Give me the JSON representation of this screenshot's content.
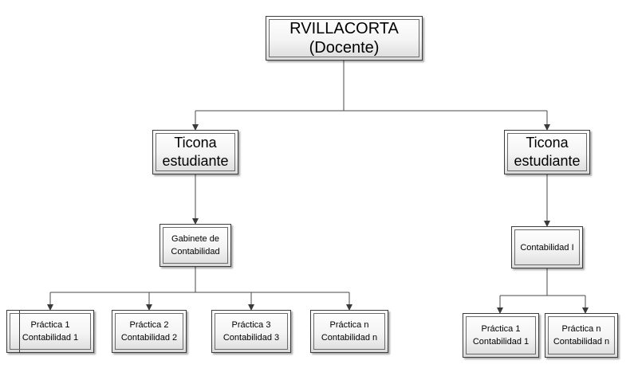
{
  "diagram": {
    "root": {
      "label": "RVILLACORTA\n(Docente)"
    },
    "left_branch": {
      "student_label": "Ticona\nestudiante",
      "group_label": "Gabinete de\nContabilidad",
      "children": [
        {
          "label": "Práctica 1\nContabilidad 1"
        },
        {
          "label": "Práctica 2\nContabilidad 2"
        },
        {
          "label": "Práctica 3\nContabilidad 3"
        },
        {
          "label": "Práctica n\nContabilidad n"
        }
      ]
    },
    "right_branch": {
      "student_label": "Ticona\nestudiante",
      "group_label": "Contabilidad I",
      "children": [
        {
          "label": "Práctica 1\nContabilidad 1"
        },
        {
          "label": "Práctica n\nContabilidad n"
        }
      ]
    }
  }
}
